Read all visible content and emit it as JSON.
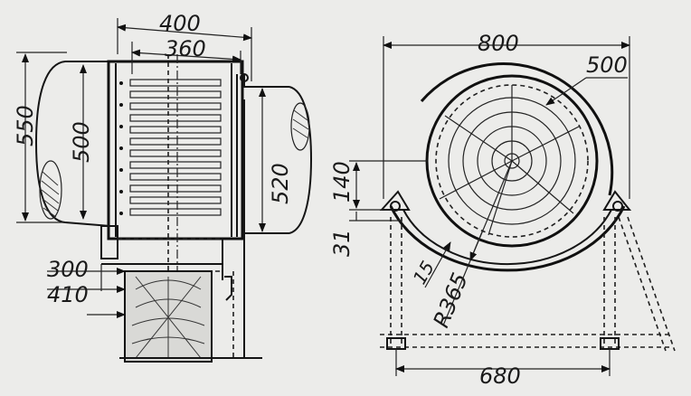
{
  "drawing": {
    "side_view": {
      "dimensions": {
        "d400": "400",
        "d360": "360",
        "d550": "550",
        "d500": "500",
        "d520": "520",
        "d300": "300",
        "d410": "410"
      }
    },
    "end_view": {
      "dimensions": {
        "d800": "800",
        "d500": "500",
        "d140": "140",
        "d31": "31",
        "d15": "15",
        "r365": "R365",
        "d680": "680"
      }
    }
  }
}
